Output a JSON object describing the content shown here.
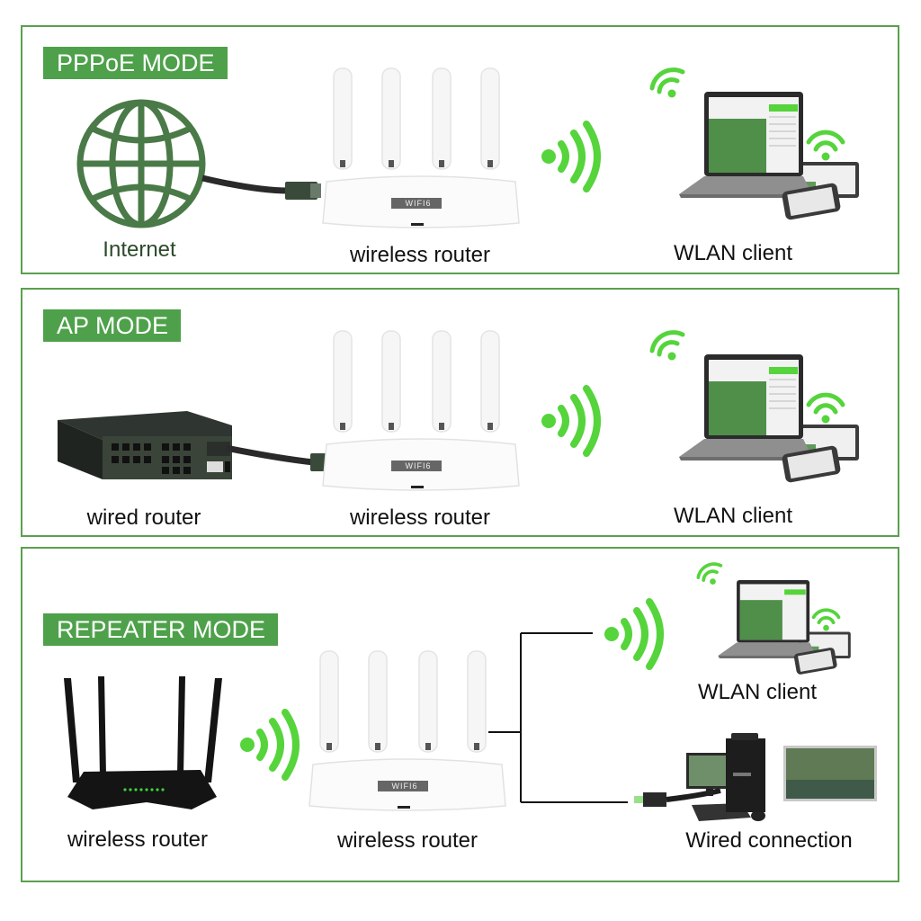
{
  "colors": {
    "border": "#5aa04e",
    "badge": "#4ea14a",
    "globe": "#4a7a47",
    "signal": "#55d43b"
  },
  "panels": [
    {
      "mode": "PPPoE MODE",
      "source_label": "Internet",
      "source_icon": "globe-icon",
      "router_label": "wireless router",
      "router_badge": "WIFI6",
      "client_label": "WLAN client"
    },
    {
      "mode": "AP MODE",
      "source_label": "wired router",
      "source_icon": "wired-router-icon",
      "router_label": "wireless router",
      "router_badge": "WIFI6",
      "client_label": "WLAN client"
    },
    {
      "mode": "REPEATER MODE",
      "source_label": "wireless router",
      "source_icon": "black-router-icon",
      "router_label": "wireless router",
      "router_badge": "WIFI6",
      "client_label": "WLAN client",
      "wired_label": "Wired connection"
    }
  ]
}
